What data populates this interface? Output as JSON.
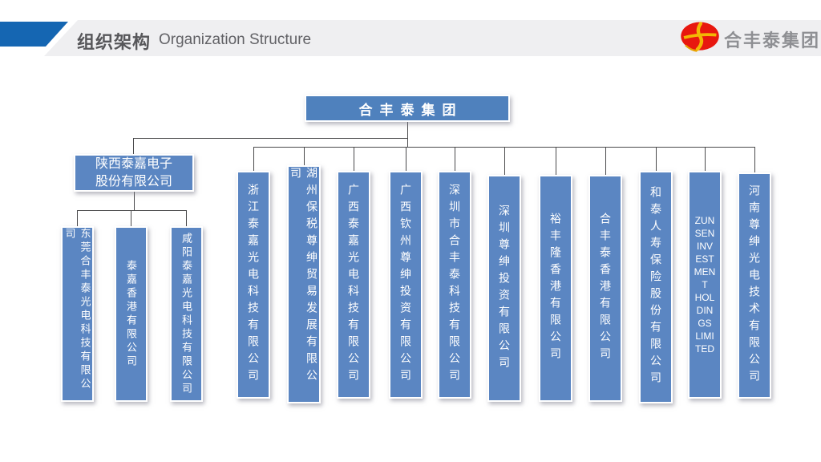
{
  "header": {
    "title_zh": "组织架构",
    "title_en": "Organization Structure",
    "logo_text": "合丰泰集团"
  },
  "colors": {
    "header_accent_blue": "#1566b2",
    "header_band_gray": "#efeff1",
    "node_fill": "#5b86c2",
    "root_fill": "#4f81bd",
    "connector": "#4a4a4c",
    "node_text": "#ffffff",
    "logo_red": "#e8170f",
    "logo_gold": "#f2b705"
  },
  "org": {
    "root": "合丰泰集团",
    "level2_left": "陕西泰嘉电子\n股份有限公司",
    "left_children": [
      "东莞合丰泰光电科技有限公司",
      "泰嘉香港有限公司",
      "咸阳泰嘉光电科技有限公司"
    ],
    "subsidiaries": [
      "浙江泰嘉光电科技有限公司",
      "湖州保税尊绅贸易发展有限公司",
      "广西泰嘉光电科技有限公司",
      "广西钦州尊绅投资有限公司",
      "深圳市合丰泰科技有限公司",
      "深圳尊绅投资有限公司",
      "裕丰隆香港有限公司",
      "合丰泰香港有限公司",
      "和泰人寿保险股份有限公司",
      "ZUN\nSEN\nINV\nEST\nMEN\nT\nHOL\nDIN\nGS\nLIMI\nTED",
      "河南尊绅光电技术有限公司"
    ]
  }
}
